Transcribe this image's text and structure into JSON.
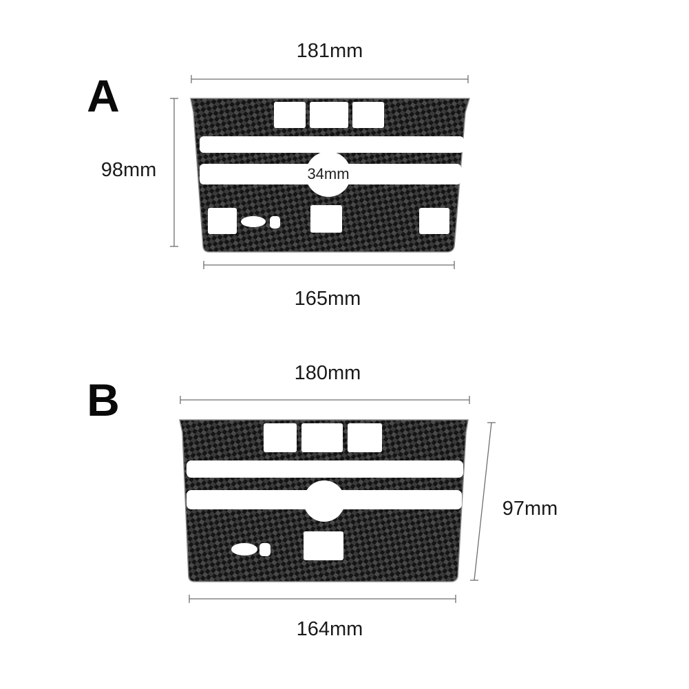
{
  "panels": {
    "a": {
      "letter": "A",
      "top_width": "181mm",
      "height": "98mm",
      "bottom_width": "165mm",
      "knob_diameter": "34mm"
    },
    "b": {
      "letter": "B",
      "top_width": "180mm",
      "height": "97mm",
      "bottom_width": "164mm"
    }
  },
  "colors": {
    "carbon_dark": "#141414",
    "carbon_weave": "#4a4a4a",
    "background": "#ffffff"
  }
}
